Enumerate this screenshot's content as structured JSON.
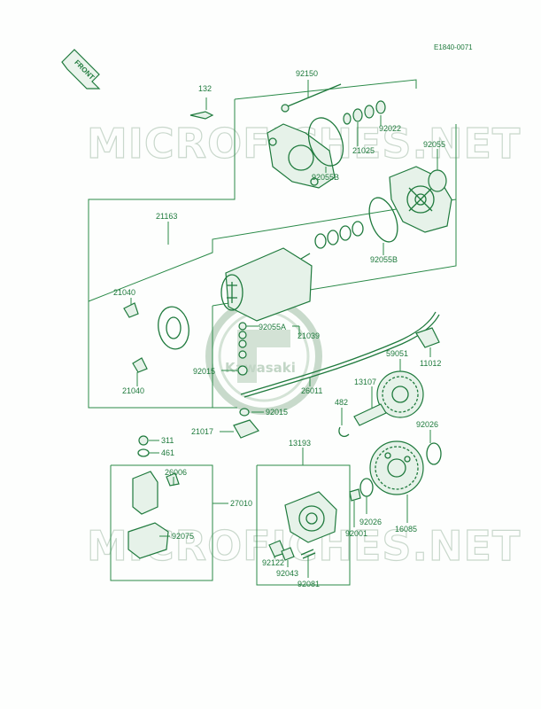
{
  "diagram": {
    "code": "E1840-0071",
    "front_label": "FRONT",
    "watermark": "MICROFICHES.NET",
    "logo_text": "Kawasaki",
    "labels": [
      {
        "id": "132",
        "text": "132"
      },
      {
        "id": "92150",
        "text": "92150"
      },
      {
        "id": "92022",
        "text": "92022"
      },
      {
        "id": "92055",
        "text": "92055"
      },
      {
        "id": "21025",
        "text": "21025"
      },
      {
        "id": "92055B-a",
        "text": "92055B"
      },
      {
        "id": "21163",
        "text": "21163"
      },
      {
        "id": "92055B-b",
        "text": "92055B"
      },
      {
        "id": "21040-a",
        "text": "21040"
      },
      {
        "id": "92055A",
        "text": "92055A"
      },
      {
        "id": "21039",
        "text": "21039"
      },
      {
        "id": "11012",
        "text": "11012"
      },
      {
        "id": "59051",
        "text": "59051"
      },
      {
        "id": "92015-a",
        "text": "92015"
      },
      {
        "id": "21040-b",
        "text": "21040"
      },
      {
        "id": "26011",
        "text": "26011"
      },
      {
        "id": "13107",
        "text": "13107"
      },
      {
        "id": "92015-b",
        "text": "92015"
      },
      {
        "id": "482",
        "text": "482"
      },
      {
        "id": "21017",
        "text": "21017"
      },
      {
        "id": "92026-a",
        "text": "92026"
      },
      {
        "id": "311",
        "text": "311"
      },
      {
        "id": "13193",
        "text": "13193"
      },
      {
        "id": "461",
        "text": "461"
      },
      {
        "id": "26006",
        "text": "26006"
      },
      {
        "id": "27010",
        "text": "27010"
      },
      {
        "id": "92026-b",
        "text": "92026"
      },
      {
        "id": "92075",
        "text": "92075"
      },
      {
        "id": "92001",
        "text": "92001"
      },
      {
        "id": "16085",
        "text": "16085"
      },
      {
        "id": "92122",
        "text": "92122"
      },
      {
        "id": "92043",
        "text": "92043"
      },
      {
        "id": "92081",
        "text": "92081"
      }
    ]
  }
}
